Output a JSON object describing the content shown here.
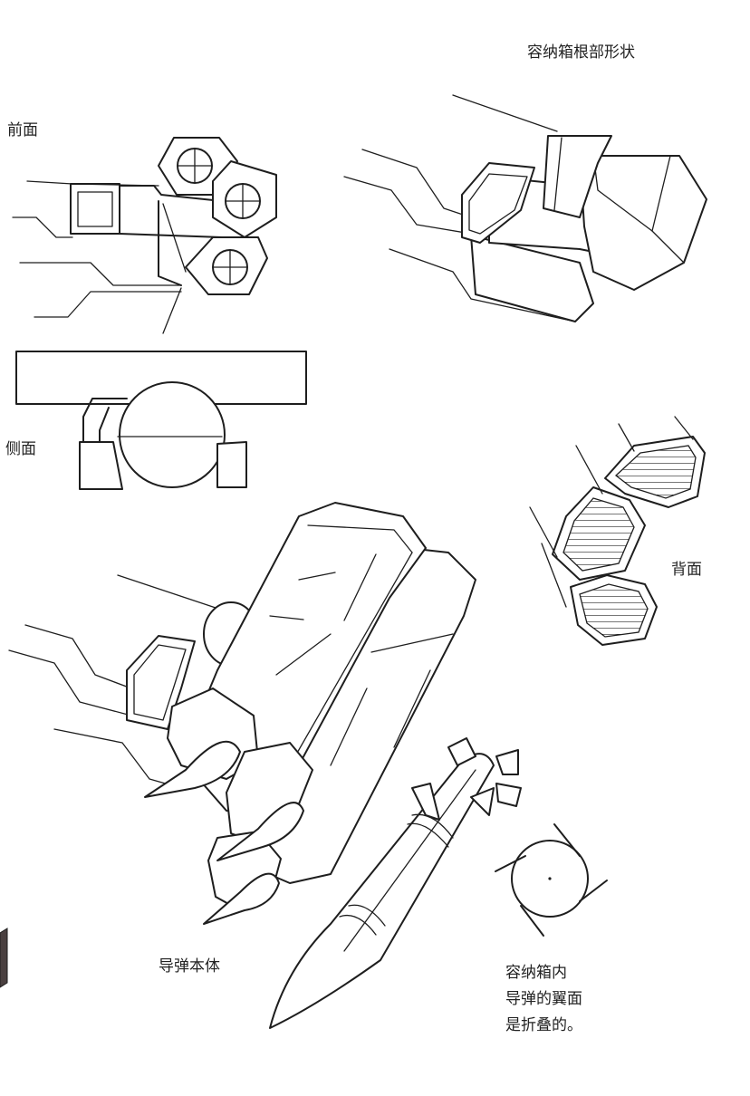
{
  "labels": {
    "root_shape": "容纳箱根部形状",
    "front": "前面",
    "side": "侧面",
    "back": "背面",
    "missile_body": "导弹本体",
    "folded_wings": "容纳箱内\n导弹的翼面\n是折叠的。"
  },
  "colors": {
    "line": "#1e1e1e",
    "background": "#ffffff",
    "text": "#222222"
  }
}
